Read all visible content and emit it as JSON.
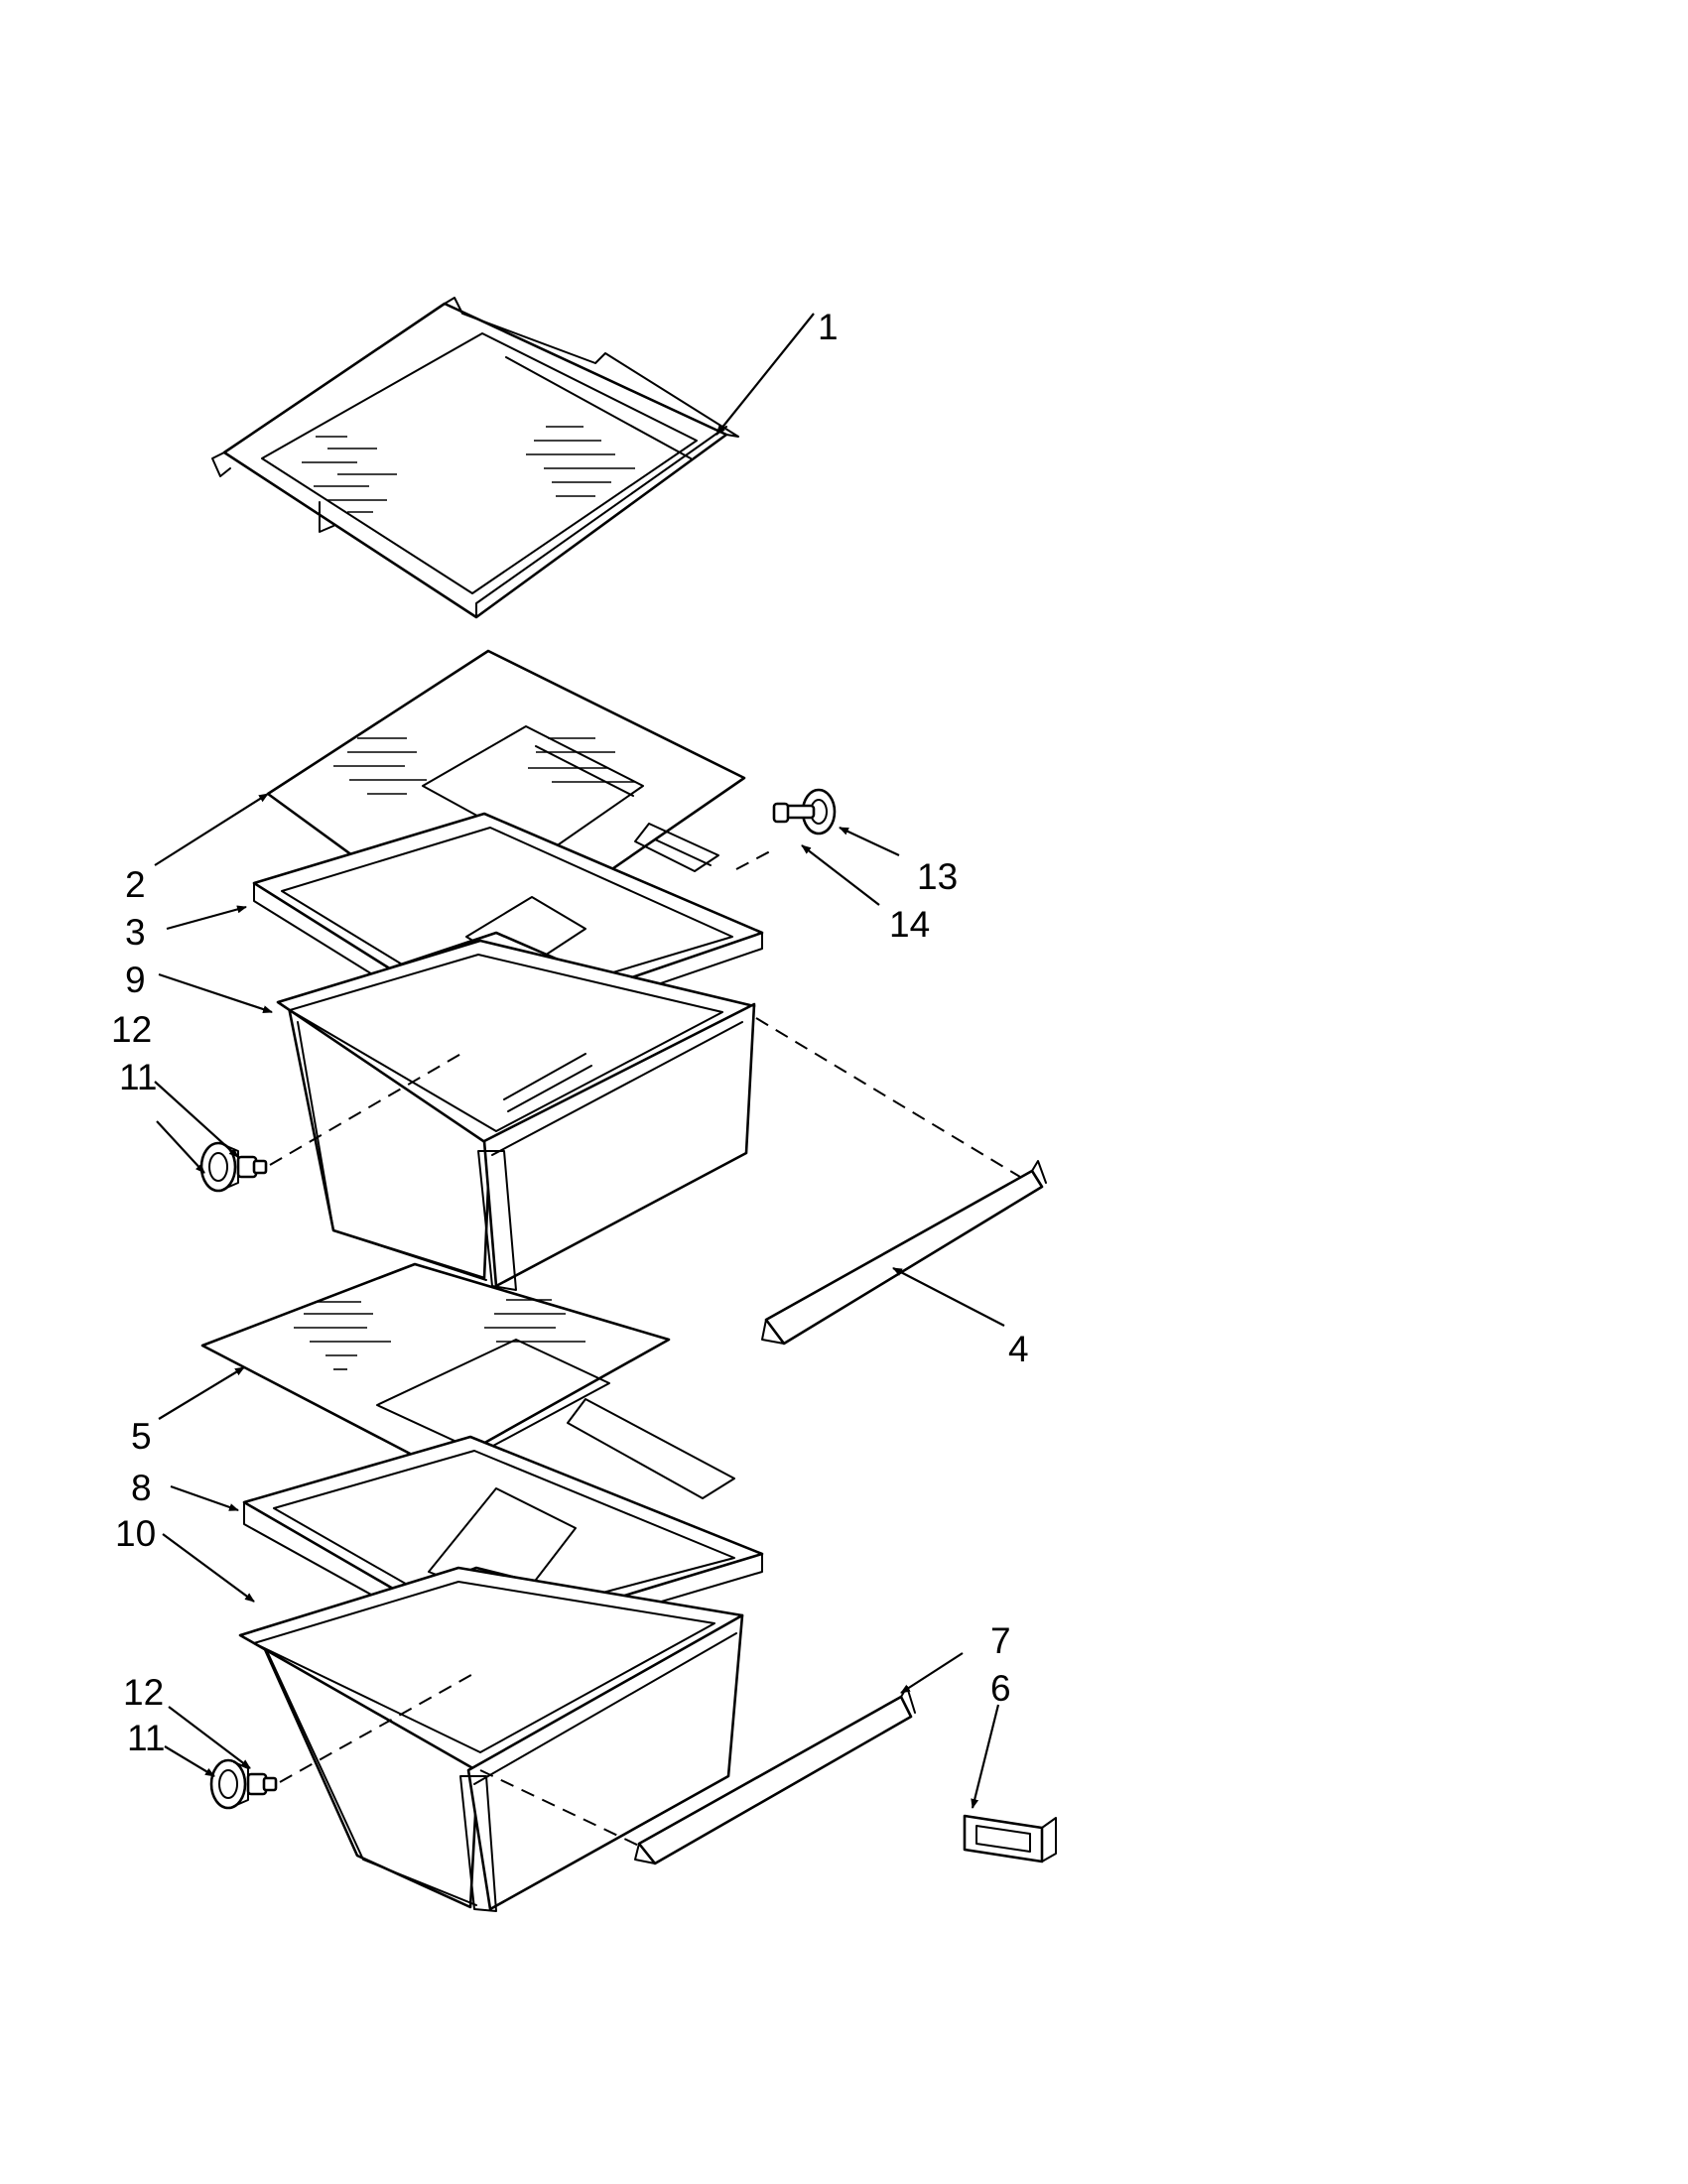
{
  "callouts": {
    "c1": "1",
    "c2": "2",
    "c3": "3",
    "c4": "4",
    "c5": "5",
    "c6": "6",
    "c7": "7",
    "c8": "8",
    "c9": "9",
    "c10": "10",
    "c11a": "11",
    "c12a": "12",
    "c11b": "11",
    "c12b": "12",
    "c13": "13",
    "c14": "14"
  },
  "colors": {
    "line": "#000000",
    "background": "#ffffff"
  }
}
